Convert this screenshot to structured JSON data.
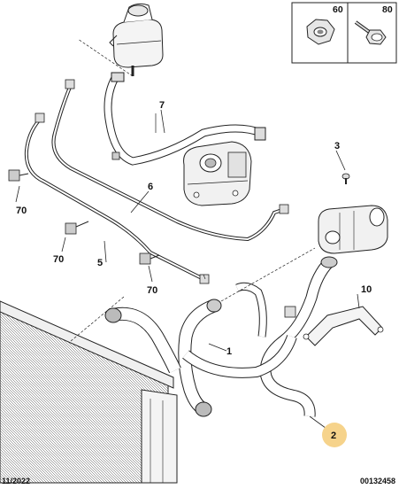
{
  "callouts": {
    "c1": "1",
    "c2": "2",
    "c3": "3",
    "c5": "5",
    "c6": "6",
    "c7": "7",
    "c10": "10",
    "c60": "60",
    "c70a": "70",
    "c70b": "70",
    "c70c": "70",
    "c80": "80"
  },
  "footer": {
    "date": "11/2022",
    "reference": "00132458"
  },
  "colors": {
    "line": "#222222",
    "highlight": "#f6d38b"
  }
}
